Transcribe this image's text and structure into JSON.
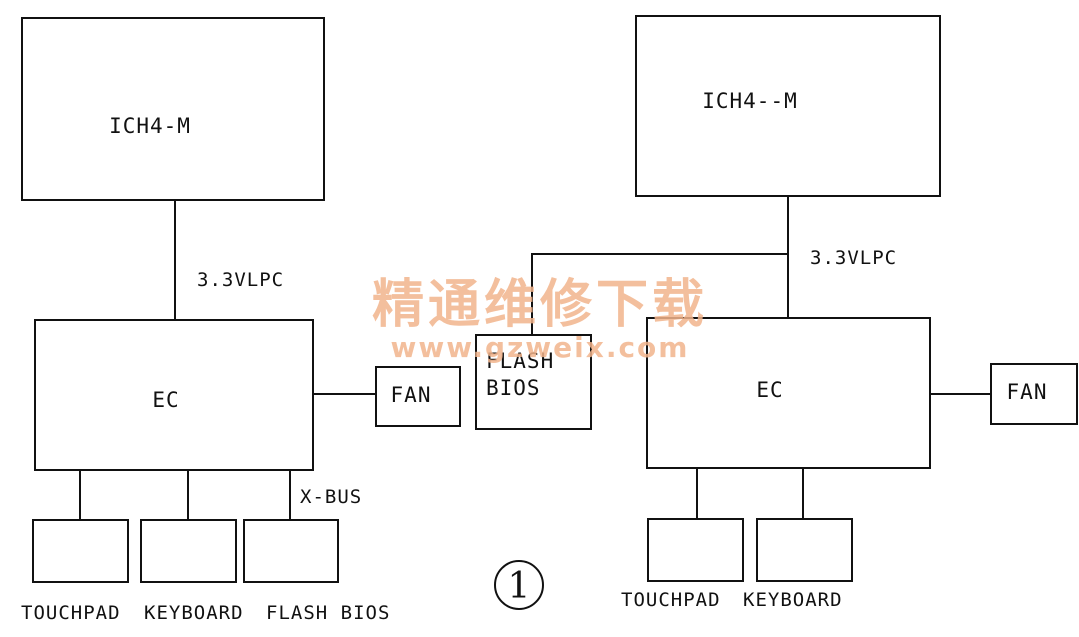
{
  "left": {
    "ich_label": "ICH4-M",
    "bus_label": "3.3VLPC",
    "ec_label": "EC",
    "fan_label": "FAN",
    "xbus_label": "X-BUS",
    "devices": [
      "TOUCHPAD",
      "KEYBOARD",
      "FLASH BIOS"
    ]
  },
  "right": {
    "ich_label": "ICH4--M",
    "bus_label": "3.3VLPC",
    "ec_label": "EC",
    "fan_label": "FAN",
    "flash_label_line1": "FLASH",
    "flash_label_line2": "BIOS",
    "devices": [
      "TOUCHPAD",
      "KEYBOARD"
    ]
  },
  "figure_number": "1",
  "watermark": {
    "title": "精通维修下载",
    "url": "www.gzweix.com"
  }
}
